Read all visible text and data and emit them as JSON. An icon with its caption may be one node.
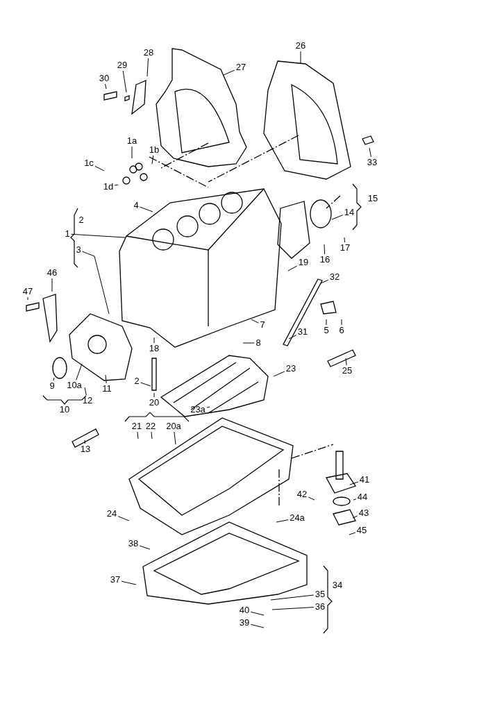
{
  "diagram": {
    "nodes": [
      {
        "text": [
          "26"
        ]
      },
      {
        "text": [
          "28"
        ]
      },
      {
        "text": [
          "27"
        ]
      },
      {
        "text": [
          "29"
        ]
      },
      {
        "text": [
          "30"
        ]
      },
      {
        "text": [
          "1a"
        ]
      },
      {
        "text": [
          "1b"
        ]
      },
      {
        "text": [
          "33"
        ]
      },
      {
        "text": [
          "1c"
        ]
      },
      {
        "text": [
          "1d"
        ]
      },
      {
        "text": [
          "4"
        ]
      },
      {
        "text": [
          "14"
        ]
      },
      {
        "text": [
          "1"
        ]
      },
      {
        "text": [
          "3"
        ]
      },
      {
        "text": [
          "17"
        ]
      },
      {
        "text": [
          "16"
        ]
      },
      {
        "text": [
          "19"
        ]
      },
      {
        "text": [
          "46"
        ]
      },
      {
        "text": [
          "32"
        ]
      },
      {
        "text": [
          "47"
        ]
      },
      {
        "text": [
          "7"
        ]
      },
      {
        "text": [
          "5"
        ]
      },
      {
        "text": [
          "6"
        ]
      },
      {
        "text": [
          "8"
        ]
      },
      {
        "text": [
          "18"
        ]
      },
      {
        "text": [
          "31"
        ]
      },
      {
        "text": [
          "9"
        ]
      },
      {
        "text": [
          "10a"
        ]
      },
      {
        "text": [
          "25"
        ]
      },
      {
        "text": [
          "11"
        ]
      },
      {
        "text": [
          "12"
        ]
      },
      {
        "text": [
          "23"
        ]
      },
      {
        "text": [
          "2"
        ]
      },
      {
        "text": [
          "20"
        ]
      },
      {
        "text": [
          "23a"
        ]
      },
      {
        "text": [
          "21"
        ]
      },
      {
        "text": [
          "22"
        ]
      },
      {
        "text": [
          "20a"
        ]
      },
      {
        "text": [
          "13"
        ]
      },
      {
        "text": [
          "41"
        ]
      },
      {
        "text": [
          "42"
        ]
      },
      {
        "text": [
          "44"
        ]
      },
      {
        "text": [
          "43"
        ]
      },
      {
        "text": [
          "24"
        ]
      },
      {
        "text": [
          "24a"
        ]
      },
      {
        "text": [
          "45"
        ]
      },
      {
        "text": [
          "38"
        ]
      },
      {
        "text": [
          "37"
        ]
      },
      {
        "text": [
          "35"
        ]
      },
      {
        "text": [
          "40"
        ]
      },
      {
        "text": [
          "36"
        ]
      },
      {
        "text": [
          "39"
        ]
      }
    ],
    "edges": [
      {
        "from": 0,
        "to": null,
        "arrow": "none"
      },
      {
        "from": 1,
        "to": null,
        "arrow": "none"
      },
      {
        "from": 2,
        "to": null,
        "arrow": "none"
      },
      {
        "from": 3,
        "to": null,
        "arrow": "none"
      },
      {
        "from": 4,
        "to": null,
        "arrow": "none"
      },
      {
        "from": 5,
        "to": null,
        "arrow": "none"
      },
      {
        "from": 6,
        "to": null,
        "arrow": "none"
      },
      {
        "from": 7,
        "to": null,
        "arrow": "none"
      },
      {
        "from": 8,
        "to": null,
        "arrow": "none"
      },
      {
        "from": 9,
        "to": null,
        "arrow": "none"
      },
      {
        "from": 10,
        "to": null,
        "arrow": "none"
      },
      {
        "from": 11,
        "to": null,
        "arrow": "none"
      },
      {
        "from": 12,
        "to": null,
        "arrow": "none"
      },
      {
        "from": 13,
        "to": null,
        "arrow": "none"
      },
      {
        "from": 14,
        "to": null,
        "arrow": "none"
      },
      {
        "from": 15,
        "to": null,
        "arrow": "none"
      },
      {
        "from": 16,
        "to": null,
        "arrow": "none"
      },
      {
        "from": 17,
        "to": null,
        "arrow": "none"
      },
      {
        "from": 18,
        "to": null,
        "arrow": "none"
      },
      {
        "from": 19,
        "to": null,
        "arrow": "none"
      },
      {
        "from": 20,
        "to": null,
        "arrow": "none"
      },
      {
        "from": 21,
        "to": null,
        "arrow": "none"
      },
      {
        "from": 22,
        "to": null,
        "arrow": "none"
      },
      {
        "from": 23,
        "to": null,
        "arrow": "none"
      },
      {
        "from": 24,
        "to": null,
        "arrow": "none"
      },
      {
        "from": 25,
        "to": null,
        "arrow": "none"
      },
      {
        "from": 26,
        "to": null,
        "arrow": "none"
      },
      {
        "from": 27,
        "to": null,
        "arrow": "none"
      },
      {
        "from": 28,
        "to": null,
        "arrow": "none"
      },
      {
        "from": 29,
        "to": null,
        "arrow": "none"
      },
      {
        "from": 30,
        "to": null,
        "arrow": "none"
      },
      {
        "from": 31,
        "to": null,
        "arrow": "none"
      },
      {
        "from": 32,
        "to": null,
        "arrow": "none"
      },
      {
        "from": 33,
        "to": null,
        "arrow": "none"
      },
      {
        "from": 34,
        "to": null,
        "arrow": "none"
      },
      {
        "from": 35,
        "to": null,
        "arrow": "none"
      },
      {
        "from": 36,
        "to": null,
        "arrow": "none"
      },
      {
        "from": 37,
        "to": null,
        "arrow": "none"
      },
      {
        "from": 38,
        "to": null,
        "arrow": "none"
      },
      {
        "from": 39,
        "to": null,
        "arrow": "none"
      },
      {
        "from": 40,
        "to": null,
        "arrow": "none"
      },
      {
        "from": 41,
        "to": null,
        "arrow": "none"
      },
      {
        "from": 42,
        "to": null,
        "arrow": "none"
      },
      {
        "from": 43,
        "to": null,
        "arrow": "none"
      },
      {
        "from": 44,
        "to": null,
        "arrow": "none"
      },
      {
        "from": 45,
        "to": null,
        "arrow": "none"
      },
      {
        "from": 46,
        "to": null,
        "arrow": "none"
      },
      {
        "from": 47,
        "to": null,
        "arrow": "none"
      },
      {
        "from": 48,
        "to": null,
        "arrow": "none"
      },
      {
        "from": 49,
        "to": null,
        "arrow": "none"
      },
      {
        "from": 50,
        "to": null,
        "arrow": "none"
      },
      {
        "from": 51,
        "to": null,
        "arrow": "none"
      }
    ],
    "labels": [
      "15",
      "2",
      "10",
      "34"
    ]
  }
}
